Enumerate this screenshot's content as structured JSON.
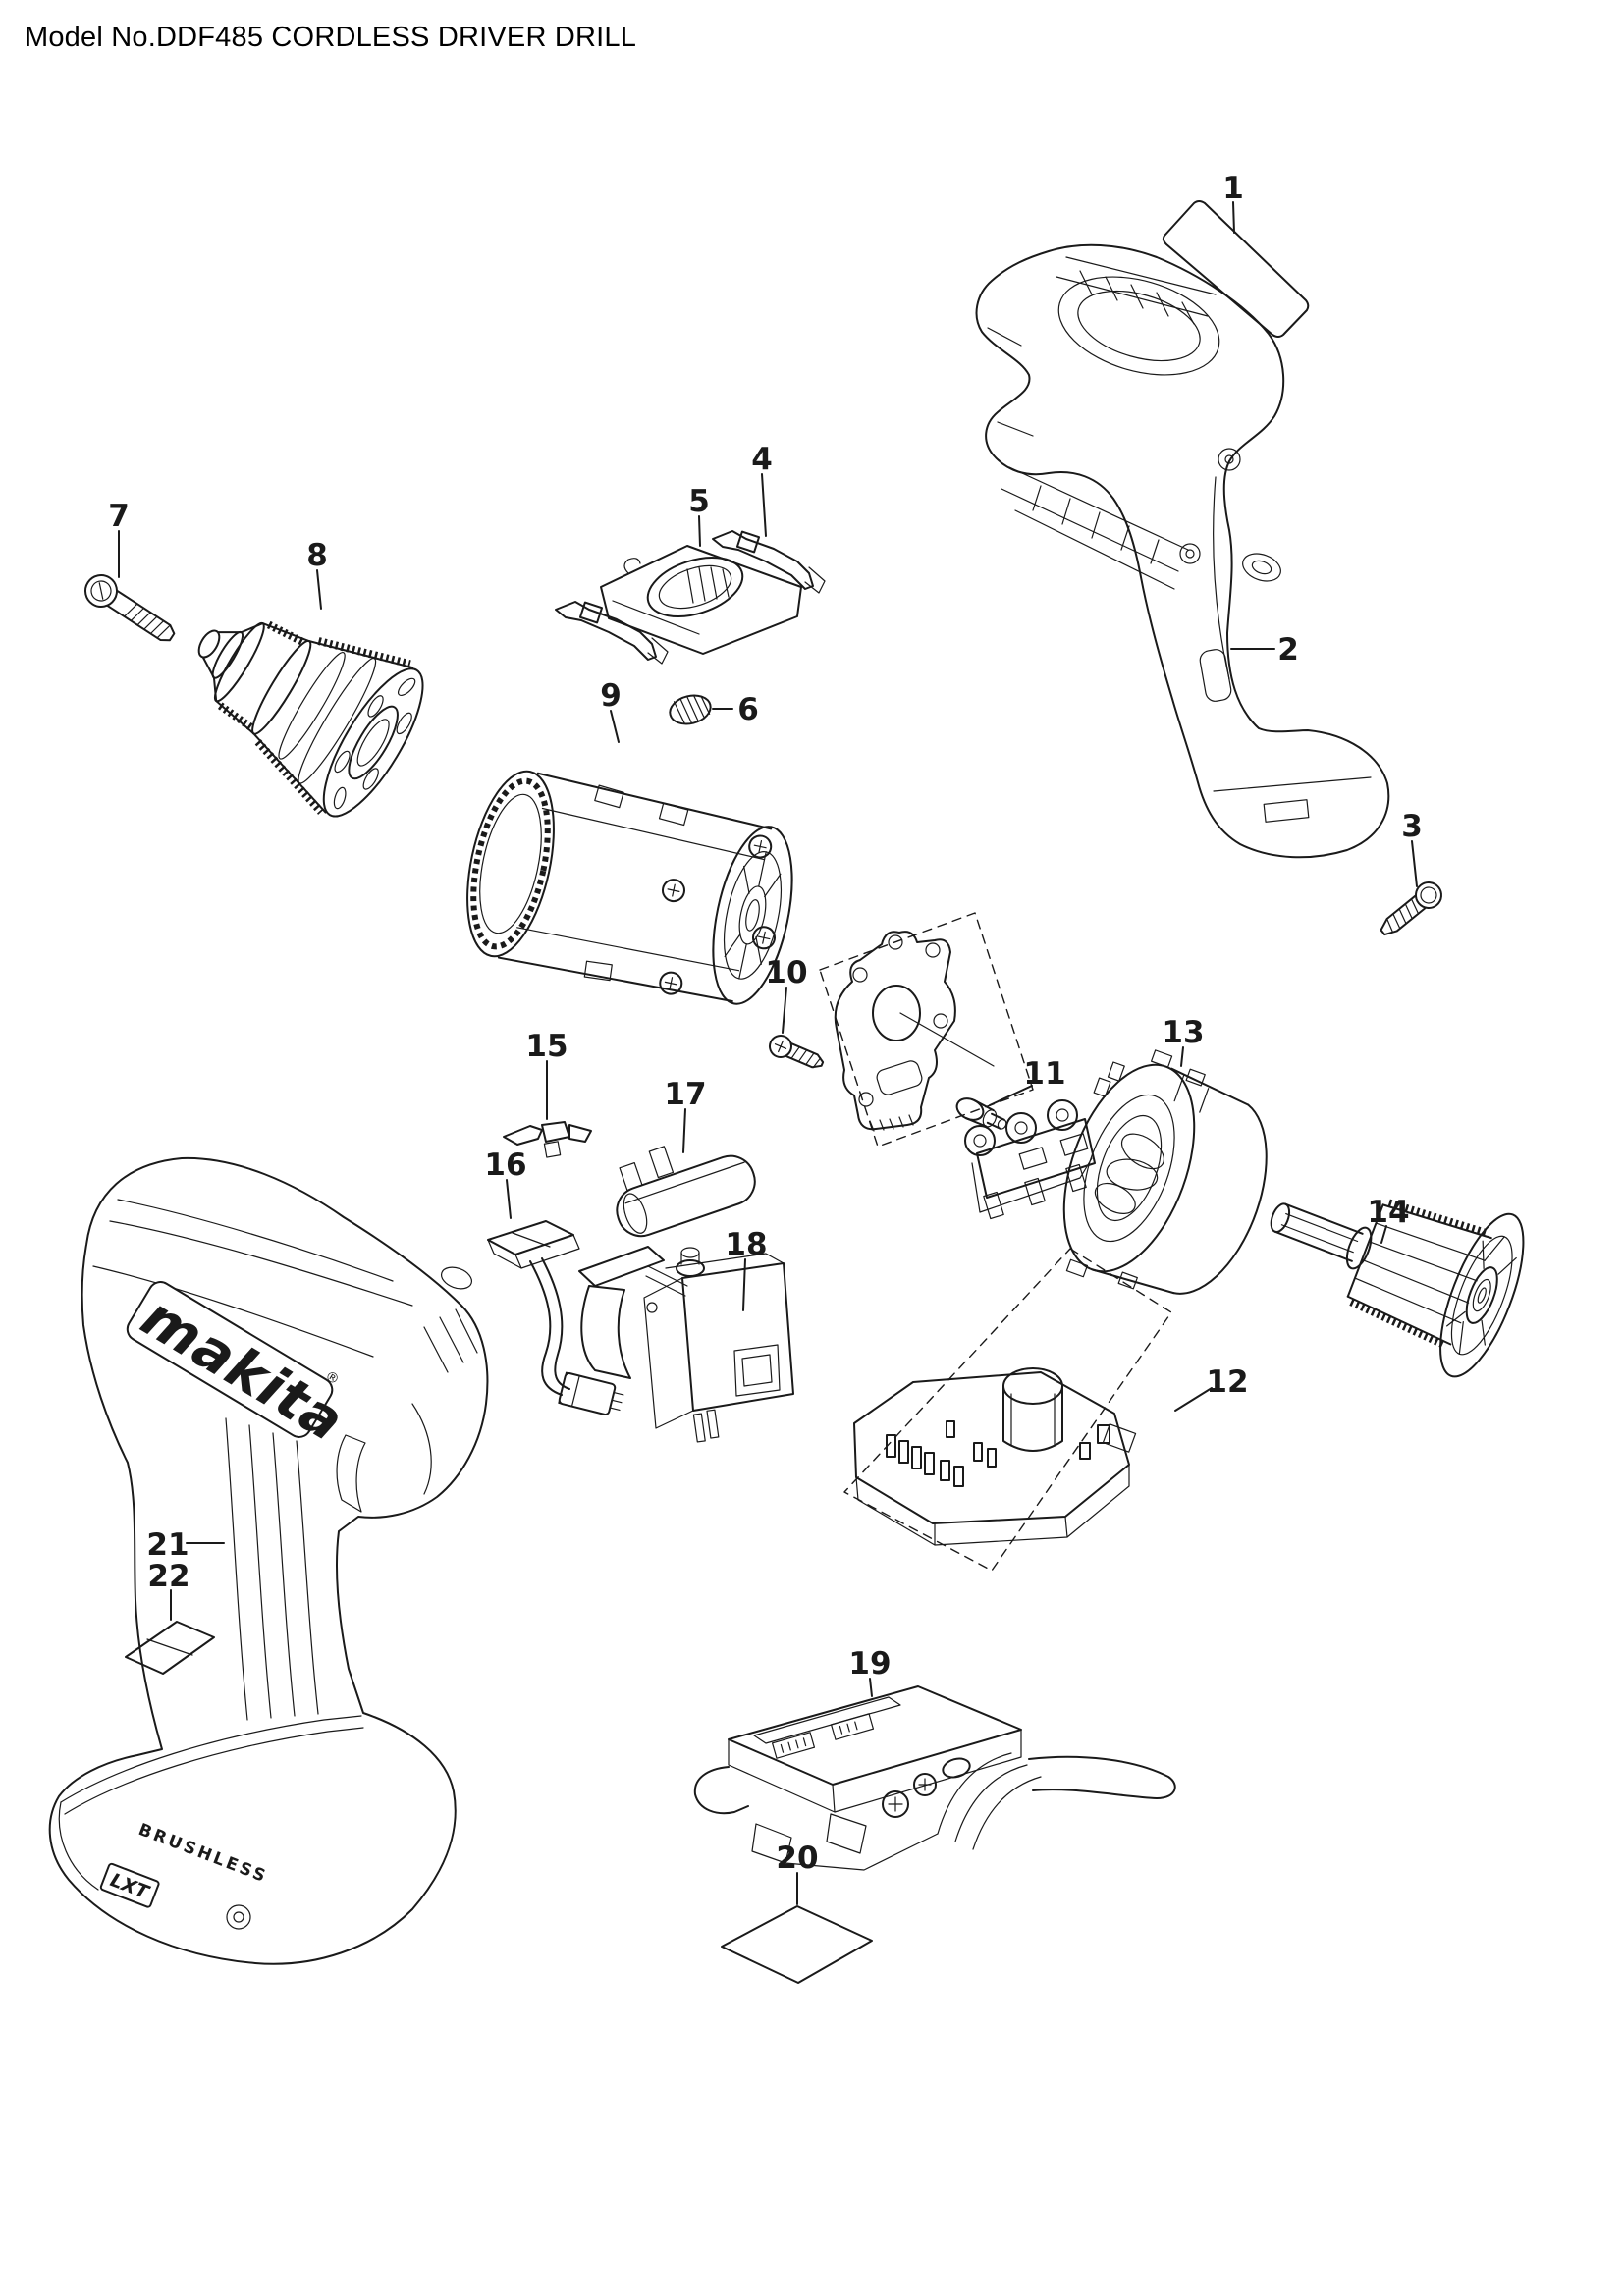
{
  "page": {
    "title": "Model No.DDF485 CORDLESS DRIVER DRILL",
    "background_color": "#ffffff",
    "line_color": "#1a1a1a"
  },
  "branding": {
    "body_logo": "makita",
    "registered_mark": "®",
    "battery_text": "BRUSHLESS",
    "battery_badge": "LXT"
  },
  "callouts": [
    {
      "number": "1"
    },
    {
      "number": "2"
    },
    {
      "number": "3"
    },
    {
      "number": "4"
    },
    {
      "number": "5"
    },
    {
      "number": "6"
    },
    {
      "number": "7"
    },
    {
      "number": "8"
    },
    {
      "number": "9"
    },
    {
      "number": "10"
    },
    {
      "number": "11"
    },
    {
      "number": "12"
    },
    {
      "number": "13"
    },
    {
      "number": "14"
    },
    {
      "number": "15"
    },
    {
      "number": "16"
    },
    {
      "number": "17"
    },
    {
      "number": "18"
    },
    {
      "number": "19"
    },
    {
      "number": "20"
    },
    {
      "number": "21"
    },
    {
      "number": "22"
    }
  ]
}
